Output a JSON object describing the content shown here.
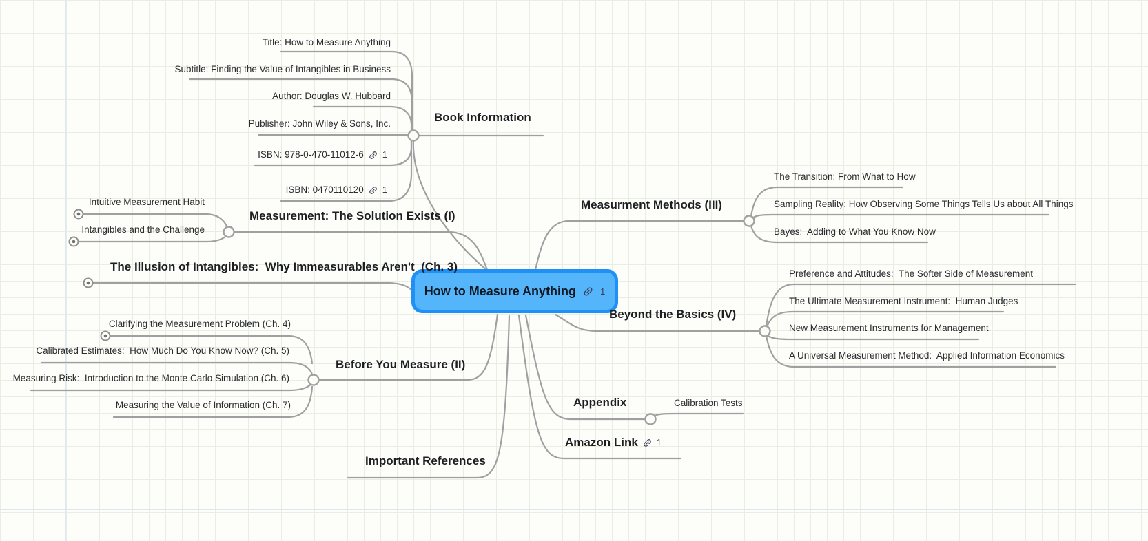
{
  "canvas": {
    "background": "#fdfdfa",
    "grid_color": "#e9ede2",
    "line_color": "#a0a0a0"
  },
  "root": {
    "label": "How to Measure Anything",
    "link_count": "1",
    "fill_color": "#55b5fa",
    "border_color": "#1f90f6"
  },
  "branches": [
    {
      "label": "Book Information",
      "children": [
        {
          "label": "Title: How to Measure Anything"
        },
        {
          "label": "Subtitle: Finding the Value of Intangibles in Business"
        },
        {
          "label": "Author: Douglas W. Hubbard"
        },
        {
          "label": "Publisher: John Wiley & Sons, Inc."
        },
        {
          "label": "ISBN: 978-0-470-11012-6",
          "link_count": "1"
        },
        {
          "label": "ISBN: 0470110120",
          "link_count": "1"
        }
      ]
    },
    {
      "label": "Measurement: The Solution Exists (I)",
      "children": [
        {
          "label": "Intuitive Measurement Habit"
        },
        {
          "label": "Intangibles and the Challenge"
        }
      ]
    },
    {
      "label": "The Illusion of Intangibles:  Why Immeasurables Aren't  (Ch. 3)",
      "children": []
    },
    {
      "label": "Before You Measure (II)",
      "children": [
        {
          "label": "Clarifying the Measurement Problem (Ch. 4)"
        },
        {
          "label": "Calibrated Estimates:  How Much Do You Know Now? (Ch. 5)"
        },
        {
          "label": "Measuring Risk:  Introduction to the Monte Carlo Simulation (Ch. 6)"
        },
        {
          "label": "Measuring the Value of Information (Ch. 7)"
        }
      ]
    },
    {
      "label": "Important References",
      "children": []
    },
    {
      "label": "Measurment Methods (III)",
      "children": [
        {
          "label": "The Transition: From What to How"
        },
        {
          "label": "Sampling Reality: How Observing Some Things Tells Us about All Things"
        },
        {
          "label": "Bayes:  Adding to What You Know Now"
        }
      ]
    },
    {
      "label": "Beyond the Basics (IV)",
      "children": [
        {
          "label": "Preference and Attitudes:  The Softer Side of Measurement"
        },
        {
          "label": "The Ultimate Measurement Instrument:  Human Judges"
        },
        {
          "label": "New Measurement Instruments for Management"
        },
        {
          "label": "A Universal Measurement Method:  Applied Information Economics"
        }
      ]
    },
    {
      "label": "Appendix",
      "children": [
        {
          "label": "Calibration Tests"
        }
      ]
    },
    {
      "label": "Amazon Link",
      "link_count": "1",
      "children": []
    }
  ]
}
